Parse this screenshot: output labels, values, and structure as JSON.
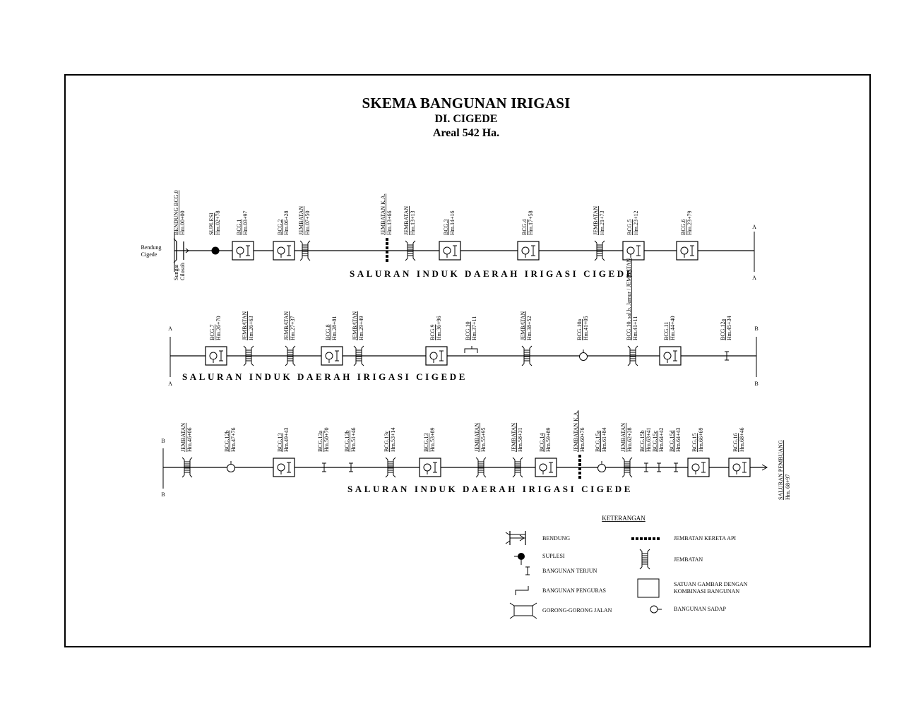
{
  "header": {
    "title": "SKEMA BANGUNAN IRIGASI",
    "subtitle": "DI. CIGEDE",
    "area": "Areal 542 Ha."
  },
  "sections": {
    "a_top": "A",
    "a_bottom": "A",
    "b_top": "B",
    "b_bottom": "B"
  },
  "weir": {
    "name_1": "Bendung",
    "name_2": "Cigede",
    "river_1": "Sungai",
    "river_2": "Cilosoh"
  },
  "rows": [
    {
      "channel_label": "SALURAN INDUK DAERAH IRIGASI CIGEDE",
      "structures": [
        {
          "type": "bendung",
          "name": "BENDUNG BCG.0",
          "hm": "Hm.00+00"
        },
        {
          "type": "suplesi",
          "name": "SUPLESI",
          "hm": "Hm.02+78"
        },
        {
          "type": "satuan",
          "name": "BCG.1",
          "hm": "Hm.03+97"
        },
        {
          "type": "satuan",
          "name": "BCG.2",
          "hm": "Hm.06+28"
        },
        {
          "type": "jembatan",
          "name": "JEMBATAN",
          "hm": "Hm.07+50"
        },
        {
          "type": "jembatan_ka",
          "name": "JEMBATAN K.A.",
          "hm": "Hm.13+66"
        },
        {
          "type": "jembatan",
          "name": "JEMBATAN",
          "hm": "Hm.13+13"
        },
        {
          "type": "satuan",
          "name": "BCG.3",
          "hm": "Hm.14+16"
        },
        {
          "type": "satuan",
          "name": "BCG.4",
          "hm": "Hm.17+58"
        },
        {
          "type": "jembatan",
          "name": "JEMBATAN",
          "hm": "Hm.21+73"
        },
        {
          "type": "satuan",
          "name": "BCG.5",
          "hm": "Hm.23+12"
        },
        {
          "type": "satuan",
          "name": "BCG.6",
          "hm": "Hm.23+79"
        }
      ]
    },
    {
      "channel_label": "SALURAN INDUK DAERAH IRIGASI CIGEDE",
      "structures": [
        {
          "type": "satuan",
          "name": "BCG.7",
          "hm": "Hm.26+70"
        },
        {
          "type": "jembatan",
          "name": "JEMBATAN",
          "hm": "Hm.26+63"
        },
        {
          "type": "jembatan",
          "name": "JEMBATAN",
          "hm": "Hm.27+37"
        },
        {
          "type": "satuan",
          "name": "BCG.8",
          "hm": "Hm.28+81"
        },
        {
          "type": "jembatan",
          "name": "JEMBATAN",
          "hm": "Hm.29+49"
        },
        {
          "type": "satuan",
          "name": "BCG.9",
          "hm": "Hm.36+96"
        },
        {
          "type": "penguras",
          "name": "BCG.10",
          "hm": "Hm.37+11"
        },
        {
          "type": "jembatan",
          "name": "JEMBATAN",
          "hm": "Hm.38+52"
        },
        {
          "type": "sadap",
          "name": "BCG.10a",
          "hm": "Hm.41+05"
        },
        {
          "type": "jembatan",
          "name": "BCG.10, sal.b. Jamur / JEMBATAN",
          "hm": "Hm.41+11"
        },
        {
          "type": "satuan",
          "name": "BCG.11",
          "hm": "Hm.44+40"
        },
        {
          "type": "terjun",
          "name": "BCG.12a",
          "hm": "Hm.45+34"
        }
      ]
    },
    {
      "channel_label": "SALURAN INDUK DAERAH IRIGASI CIGEDE",
      "structures": [
        {
          "type": "jembatan",
          "name": "JEMBATAN",
          "hm": "Hm.46+06"
        },
        {
          "type": "sadap",
          "name": "BCG.12b",
          "hm": "Hm.47+76"
        },
        {
          "type": "satuan",
          "name": "BCG.13",
          "hm": "Hm.49+43"
        },
        {
          "type": "terjun",
          "name": "BCG.13a",
          "hm": "Hm.50+70"
        },
        {
          "type": "terjun",
          "name": "BCG.13b",
          "hm": "Hm.51+46"
        },
        {
          "type": "jembatan",
          "name": "BCG.13c",
          "hm": "Hm.53+14"
        },
        {
          "type": "satuan",
          "name": "BCG.13",
          "hm": "Hm.53+89"
        },
        {
          "type": "jembatan",
          "name": "JEMBATAN",
          "hm": "Hm.55+95"
        },
        {
          "type": "jembatan",
          "name": "JEMBATAN",
          "hm": "Hm.58+31"
        },
        {
          "type": "satuan",
          "name": "BCG.14",
          "hm": "Hm.59+89"
        },
        {
          "type": "jembatan_ka",
          "name": "JEMBATAN K.A.",
          "hm": "Hm.60+76"
        },
        {
          "type": "sadap",
          "name": "BCG.15a",
          "hm": "Hm.61+84"
        },
        {
          "type": "jembatan",
          "name": "JEMBATAN",
          "hm": "Hm.62+28"
        },
        {
          "type": "terjun",
          "name": "BCG.15b",
          "hm": "Hm.63+41"
        },
        {
          "type": "terjun",
          "name": "BCG.15c",
          "hm": "Hm.64+42"
        },
        {
          "type": "terjun",
          "name": "BCG.15d",
          "hm": "Hm.64+43"
        },
        {
          "type": "satuan",
          "name": "BCG.15",
          "hm": "Hm.66+69"
        },
        {
          "type": "satuan",
          "name": "BCG.16",
          "hm": "Hm.68+46"
        }
      ],
      "end": {
        "name": "SALURAN PEMBUANG",
        "hm": "Hm. 68+97"
      }
    }
  ],
  "legend": {
    "title": "KETERANGAN",
    "items": [
      {
        "symbol": "bendung",
        "label": "BENDUNG"
      },
      {
        "symbol": "suplesi",
        "label": "SUPLESI"
      },
      {
        "symbol": "terjun",
        "label": "BANGUNAN TERJUN"
      },
      {
        "symbol": "penguras",
        "label": "BANGUNAN PENGURAS"
      },
      {
        "symbol": "gorong",
        "label": "GORONG-GORONG JALAN"
      },
      {
        "symbol": "jembatan_ka",
        "label": "JEMBATAN KERETA API"
      },
      {
        "symbol": "jembatan",
        "label": "JEMBATAN"
      },
      {
        "symbol": "satuan",
        "label_1": "SATUAN GAMBAR DENGAN",
        "label_2": "KOMBINASI BANGUNAN"
      },
      {
        "symbol": "sadap",
        "label": "BANGUNAN SADAP"
      }
    ]
  }
}
